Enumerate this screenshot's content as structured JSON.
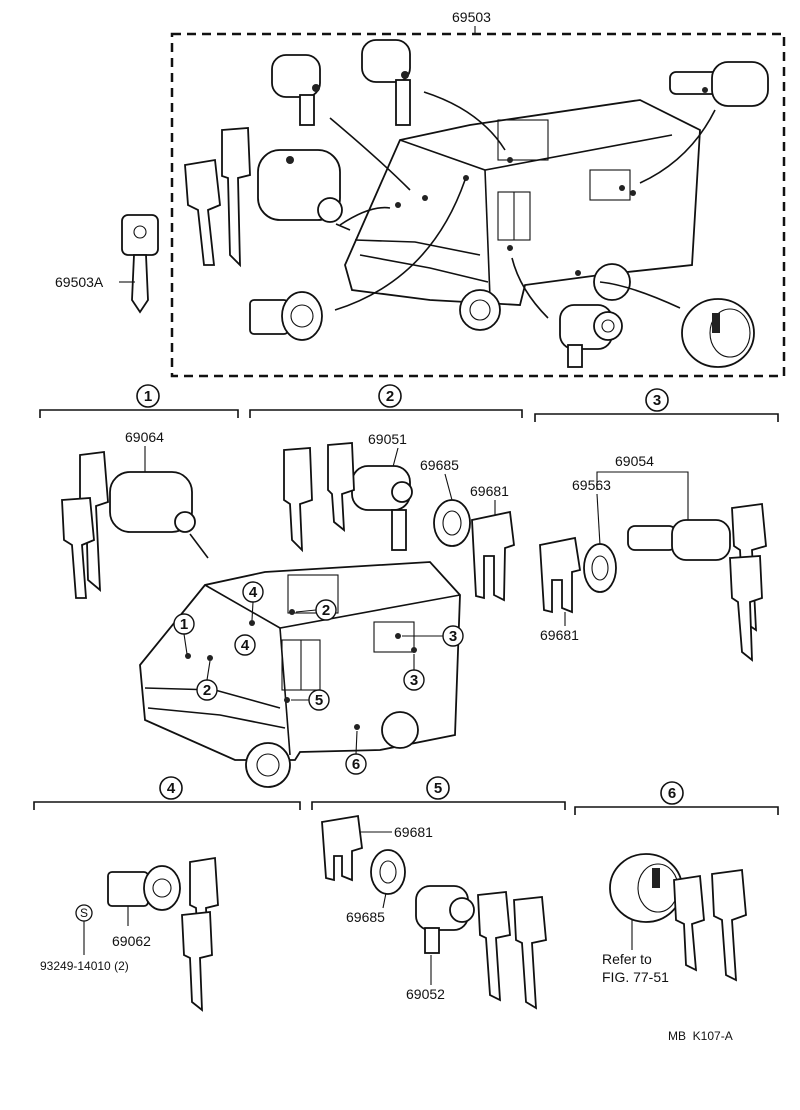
{
  "top_group": {
    "part_number": "69503",
    "key_part": "69503A"
  },
  "sections": [
    {
      "num": "1",
      "parts": [
        "69064"
      ]
    },
    {
      "num": "2",
      "parts": [
        "69051",
        "69685",
        "69681"
      ]
    },
    {
      "num": "3",
      "parts": [
        "69054",
        "69563",
        "69681"
      ]
    },
    {
      "num": "4",
      "parts": [
        "69062",
        "93249-14010 (2)"
      ],
      "symbol": "S"
    },
    {
      "num": "5",
      "parts": [
        "69681",
        "69685",
        "69052"
      ]
    },
    {
      "num": "6",
      "refer_line1": "Refer to",
      "refer_line2": "FIG. 77-51"
    }
  ],
  "van_callouts": [
    "1",
    "2",
    "4",
    "4",
    "2",
    "3",
    "3",
    "5",
    "6"
  ],
  "footer_code": "MB  K107-A"
}
